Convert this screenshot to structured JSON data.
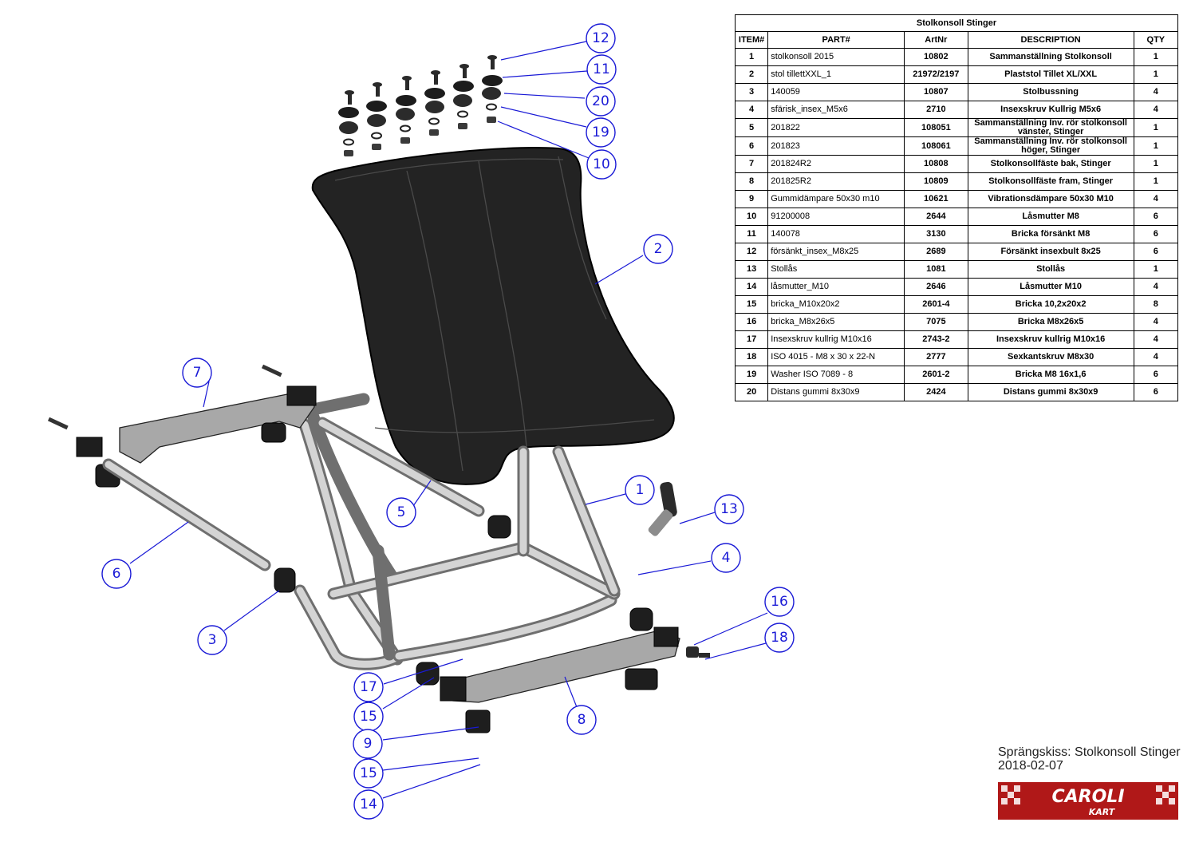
{
  "bom": {
    "title": "Stolkonsoll Stinger",
    "headers": {
      "item": "ITEM#",
      "part": "PART#",
      "artnr": "ArtNr",
      "description": "DESCRIPTION",
      "qty": "QTY"
    },
    "rows": [
      {
        "item": "1",
        "part": "stolkonsoll 2015",
        "artnr": "10802",
        "description": "Sammanställning Stolkonsoll",
        "qty": "1"
      },
      {
        "item": "2",
        "part": "stol tillettXXL_1",
        "artnr": "21972/2197",
        "description": "Plaststol Tillet XL/XXL",
        "qty": "1"
      },
      {
        "item": "3",
        "part": "140059",
        "artnr": "10807",
        "description": "Stolbussning",
        "qty": "4"
      },
      {
        "item": "4",
        "part": "sfärisk_insex_M5x6",
        "artnr": "2710",
        "description": "Insexskruv Kullrig M5x6",
        "qty": "4"
      },
      {
        "item": "5",
        "part": "201822",
        "artnr": "108051",
        "description": "Sammanställning Inv. rör stolkonsoll vänster, Stinger",
        "qty": "1"
      },
      {
        "item": "6",
        "part": "201823",
        "artnr": "108061",
        "description": "Sammanställning Inv. rör stolkonsoll höger, Stinger",
        "qty": "1"
      },
      {
        "item": "7",
        "part": "201824R2",
        "artnr": "10808",
        "description": "Stolkonsollfäste bak, Stinger",
        "qty": "1"
      },
      {
        "item": "8",
        "part": "201825R2",
        "artnr": "10809",
        "description": "Stolkonsollfäste fram, Stinger",
        "qty": "1"
      },
      {
        "item": "9",
        "part": "Gummidämpare 50x30 m10",
        "artnr": "10621",
        "description": "Vibrationsdämpare 50x30 M10",
        "qty": "4"
      },
      {
        "item": "10",
        "part": "91200008",
        "artnr": "2644",
        "description": "Låsmutter M8",
        "qty": "6"
      },
      {
        "item": "11",
        "part": "140078",
        "artnr": "3130",
        "description": "Bricka försänkt M8",
        "qty": "6"
      },
      {
        "item": "12",
        "part": "försänkt_insex_M8x25",
        "artnr": "2689",
        "description": "Försänkt insexbult 8x25",
        "qty": "6"
      },
      {
        "item": "13",
        "part": "Stollås",
        "artnr": "1081",
        "description": "Stollås",
        "qty": "1"
      },
      {
        "item": "14",
        "part": "låsmutter_M10",
        "artnr": "2646",
        "description": "Låsmutter M10",
        "qty": "4"
      },
      {
        "item": "15",
        "part": "bricka_M10x20x2",
        "artnr": "2601-4",
        "description": "Bricka 10,2x20x2",
        "qty": "8"
      },
      {
        "item": "16",
        "part": "bricka_M8x26x5",
        "artnr": "7075",
        "description": "Bricka M8x26x5",
        "qty": "4"
      },
      {
        "item": "17",
        "part": "Insexskruv kullrig M10x16",
        "artnr": "2743-2",
        "description": "Insexskruv kullrig M10x16",
        "qty": "4"
      },
      {
        "item": "18",
        "part": "ISO 4015 - M8 x 30 x 22-N",
        "artnr": "2777",
        "description": "Sexkantskruv M8x30",
        "qty": "4"
      },
      {
        "item": "19",
        "part": "Washer ISO 7089 - 8",
        "artnr": "2601-2",
        "description": "Bricka M8 16x1,6",
        "qty": "6"
      },
      {
        "item": "20",
        "part": "Distans gummi 8x30x9",
        "artnr": "2424",
        "description": "Distans gummi 8x30x9",
        "qty": "6"
      }
    ]
  },
  "caption": {
    "title": "Sprängskiss: Stolkonsoll Stinger",
    "date": "2018-02-07"
  },
  "logo": {
    "line1": "CAROLI",
    "line2": "KART",
    "background": "#b01818",
    "text_color": "#ffffff"
  },
  "balloon_numbers": [
    "12",
    "11",
    "20",
    "19",
    "10",
    "2",
    "7",
    "5",
    "1",
    "13",
    "6",
    "4",
    "3",
    "16",
    "18",
    "17",
    "15",
    "9",
    "8",
    "15",
    "14"
  ],
  "colors": {
    "balloon": "#1a1ad6",
    "seat": "#232323",
    "frame": "#9a9a9a"
  }
}
